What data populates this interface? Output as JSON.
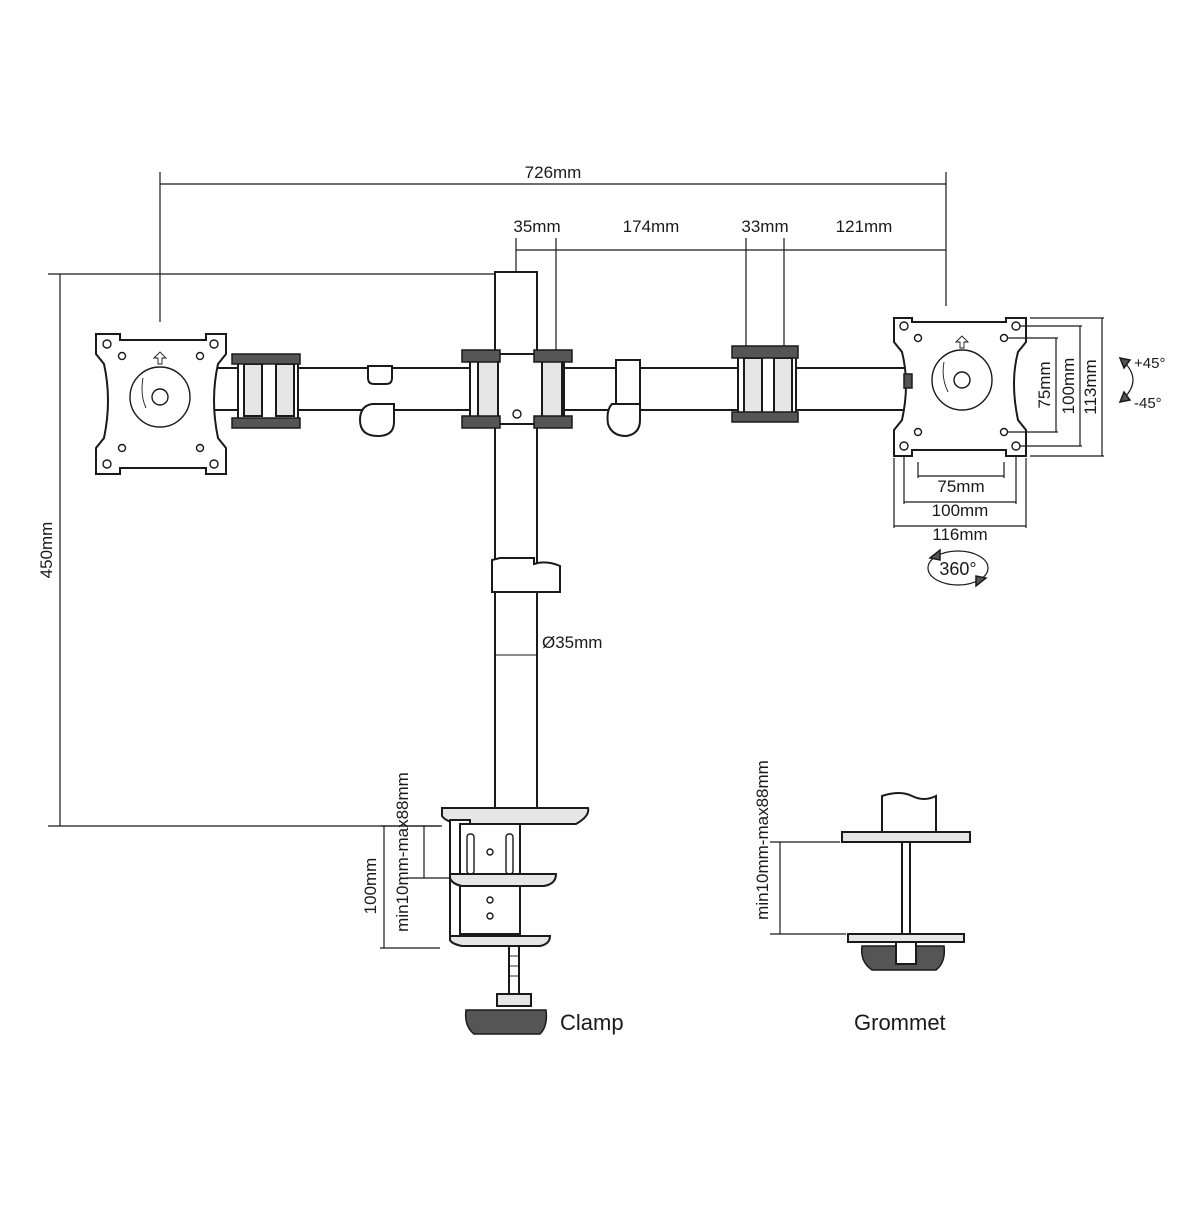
{
  "dimensions": {
    "total_width": "726mm",
    "offset_pole": "35mm",
    "arm_length": "174mm",
    "joint_width": "33mm",
    "arm_end": "121mm",
    "height": "450mm",
    "pole_diameter": "Ø35mm",
    "vesa_h_75": "75mm",
    "vesa_h_100": "100mm",
    "plate_width": "116mm",
    "vesa_v_75": "75mm",
    "vesa_v_100": "100mm",
    "plate_height": "113mm",
    "tilt_up": "+45°",
    "tilt_down": "-45°",
    "rotation": "360°",
    "clamp_range": "min10mm-max88mm",
    "clamp_depth": "100mm",
    "grommet_range": "min10mm-max88mm"
  },
  "captions": {
    "clamp": "Clamp",
    "grommet": "Grommet"
  },
  "colors": {
    "line": "#1a1a1a",
    "background": "#ffffff"
  }
}
